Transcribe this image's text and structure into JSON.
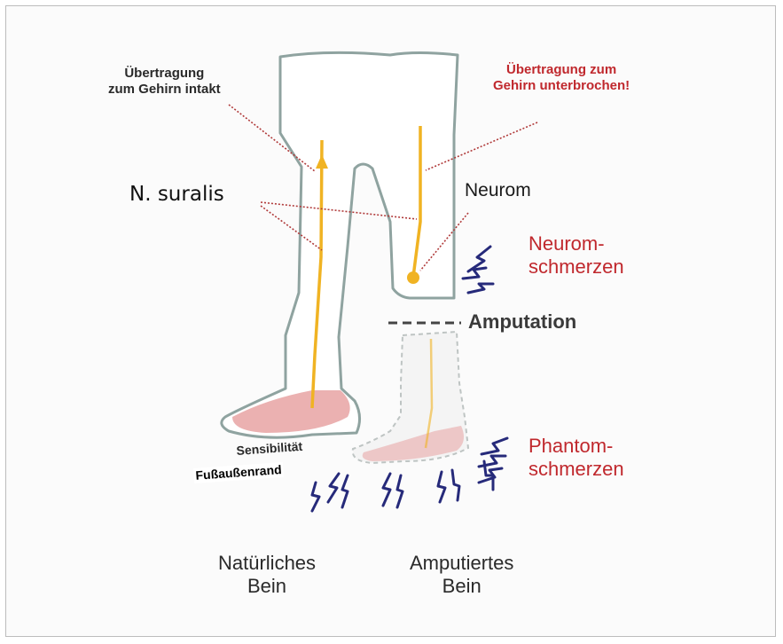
{
  "labels": {
    "transmission_intact": [
      "Übertragung",
      "zum Gehirn intakt"
    ],
    "transmission_interrupted": [
      "Übertragung zum",
      "Gehirn unterbrochen!"
    ],
    "nerve": "N. suralis",
    "neuroma": "Neurom",
    "neuroma_pain": [
      "Neurom-",
      "schmerzen"
    ],
    "amputation": "Amputation",
    "sensibility": "Sensibilität",
    "outer_foot_edge": "Fußaußenrand",
    "phantom_pain": [
      "Phantom-",
      "schmerzen"
    ],
    "natural_leg": [
      "Natürliches",
      "Bein"
    ],
    "amputated_leg": [
      "Amputiertes",
      "Bein"
    ]
  },
  "colors": {
    "leg_outline": "#8fa3a0",
    "nerve": "#f0b323",
    "sensory_area": "#e8a3a3",
    "pain_bolt": "#262a7a",
    "leader_line": "#b03a3a",
    "red_text": "#c0282d"
  }
}
